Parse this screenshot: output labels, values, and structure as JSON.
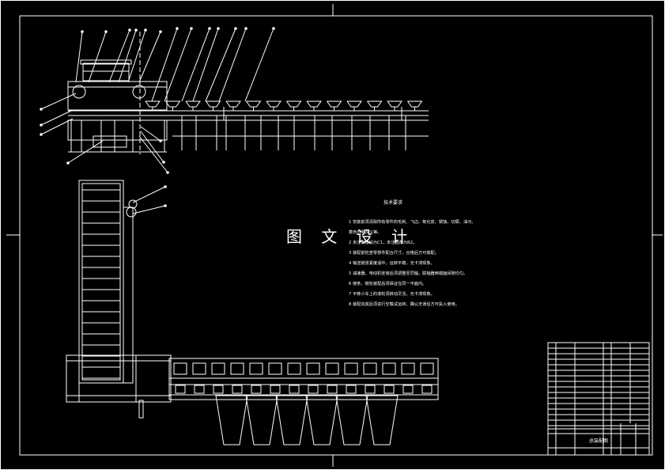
{
  "watermark": "图 文 设 计",
  "notes": {
    "title": "技术要求",
    "lines": [
      "1 安装前须清除所有零件的毛刺、飞边、氧化皮、锈蚀、切屑、油污、",
      "着色剂和灰尘等。",
      "2 未注倒角均为C1，未注圆角为R2。",
      "3 装配前检查零部件配合尺寸，合格后方可装配。",
      "4 输送链张紧度适中，运转平稳，无卡滞现象。",
      "5 减速器、电动机安装后须调整至同轴，联轴器两端面间隙均匀。",
      "6 链条、链轮装配后须保证在同一平面内。",
      "7 平移小车上的滚轮须转动灵活，无卡滞现象。",
      "8 装配完成后须进行空载试运转，确认无误后方可投入使用。"
    ]
  },
  "title_block": {
    "drawing_title": "总装配图"
  },
  "colors": {
    "background": "#000000",
    "line": "#ffffff"
  }
}
